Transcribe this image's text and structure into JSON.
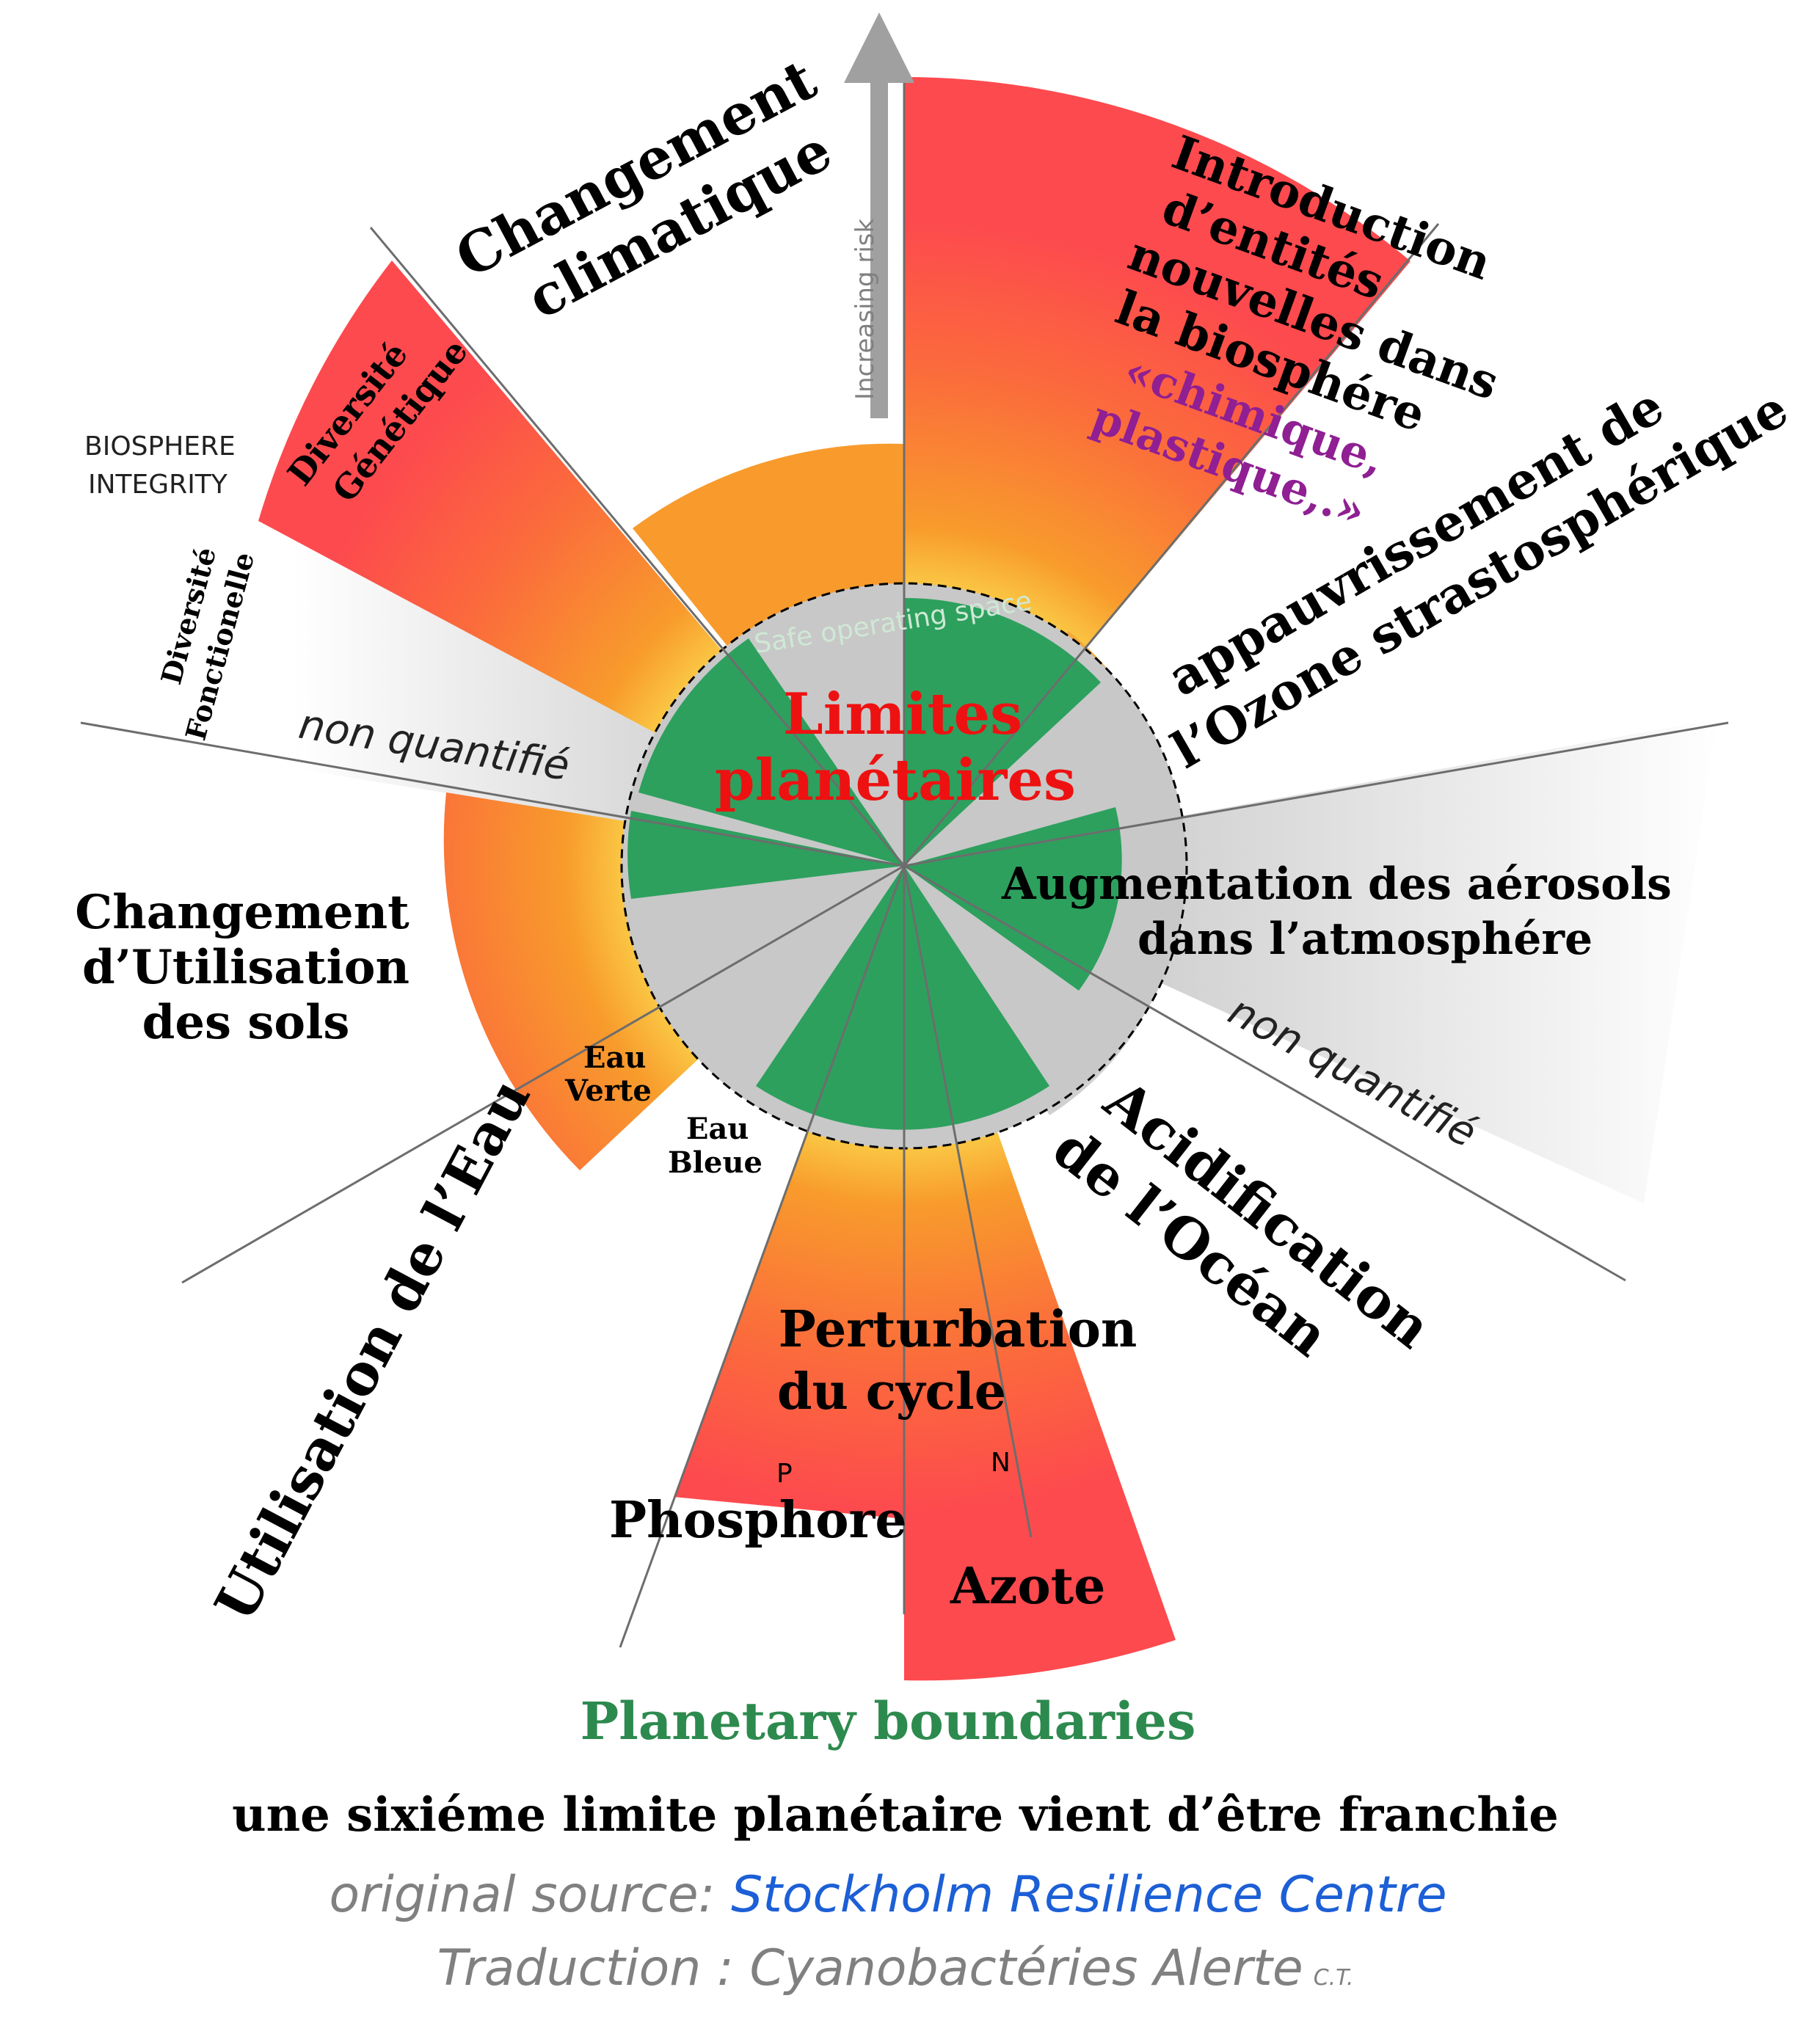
{
  "axis": {
    "label": "Increasing risk"
  },
  "center": {
    "line1": "Limites",
    "line2": "planétaires",
    "safe_space": "Safe operating space"
  },
  "boundaries": {
    "climate": {
      "line1": "Changement",
      "line2": "climatique"
    },
    "novel_entities": {
      "lines": [
        "Introduction",
        "d’entités",
        "nouvelles dans",
        "la biosphére"
      ],
      "sub_lines": [
        "«chimique,",
        "plastique,.»"
      ]
    },
    "ozone": {
      "line1": "appauvrissement de",
      "line2": "l’Ozone strastosphérique"
    },
    "aerosols": {
      "line1": "Augmentation des aérosols",
      "line2": "dans l’atmosphére",
      "status": "non quantifié"
    },
    "ocean": {
      "line1": "Acidification",
      "line2": "de l’Océan"
    },
    "biogeochemical": {
      "line1": "Perturbation",
      "line2": "du cycle",
      "p_symbol": "P",
      "n_symbol": "N",
      "phosphorus": "Phosphore",
      "nitrogen": "Azote"
    },
    "freshwater": {
      "title": "Utilisation de l’Eau",
      "green_line1": "Eau",
      "green_line2": "Verte",
      "blue_line1": "Eau",
      "blue_line2": "Bleue"
    },
    "land": {
      "line1": "Changement",
      "line2": "d’Utilisation",
      "line3": "des sols"
    },
    "biosphere": {
      "line1": "BIOSPHERE",
      "line2": "INTEGRITY",
      "genetic_line1": "Diversité",
      "genetic_line2": "Génétique",
      "functional_line1": "Diversité",
      "functional_line2": "Fonctionelle",
      "status": "non quantifié"
    }
  },
  "footer": {
    "title": "Planetary boundaries",
    "subtitle": "une sixiéme limite planétaire vient d’être franchie",
    "source_prefix": "original source: ",
    "source_name": "Stockholm Resilience Centre",
    "translation": "Traduction : Cyanobactéries Alerte",
    "initials": "C.T."
  },
  "colors": {
    "red": "#fd4a4e",
    "orange": "#f89b2c",
    "yellow": "#fbd24a",
    "green": "#2da05e",
    "grey": "#cfcfcf",
    "title_green": "#2d8a4e",
    "source_blue": "#1c5fd6",
    "note_grey": "#808080",
    "purple": "#8f1f93",
    "center_red": "#ee1111"
  }
}
